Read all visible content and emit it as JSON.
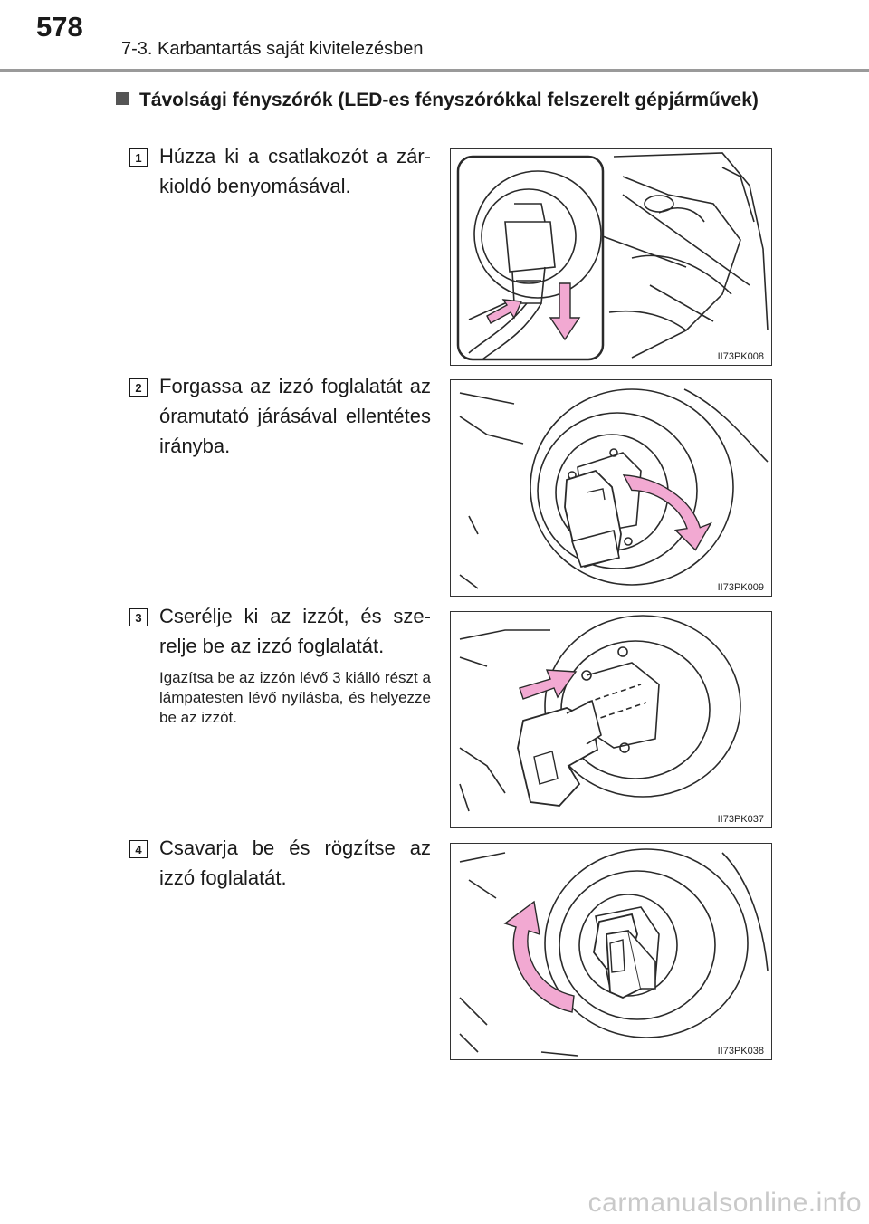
{
  "header": {
    "page_number": "578",
    "chapter": "7-3. Karbantartás saját kivitelezésben"
  },
  "section": {
    "title": "Távolsági fényszórók (LED-es fényszórókkal felszerelt gépjár­művek)"
  },
  "steps": [
    {
      "number": "1",
      "text": "Húzza ki a csatlakozót a zár­kioldó benyomásával.",
      "note": "",
      "figure_code": "II73PK008"
    },
    {
      "number": "2",
      "text": "Forgassa az izzó foglalatát az óramutató járásával ellen­tétes irányba.",
      "note": "",
      "figure_code": "II73PK009"
    },
    {
      "number": "3",
      "text": "Cserélje ki az izzót, és sze­relje be az izzó foglalatát.",
      "note": "Igazítsa be az izzón lévő 3 kiálló részt a lámpatesten lévő nyí­lásba, és helyezze be az izzót.",
      "figure_code": "II73PK037"
    },
    {
      "number": "4",
      "text": "Csavarja be és rögzítse az izzó foglalatát.",
      "note": "",
      "figure_code": "II73PK038"
    }
  ],
  "watermark": "carmanualsonline.info",
  "colors": {
    "arrow": "#f2a9d2",
    "line": "#2a2a2a",
    "rule": "#9a9a9a"
  }
}
